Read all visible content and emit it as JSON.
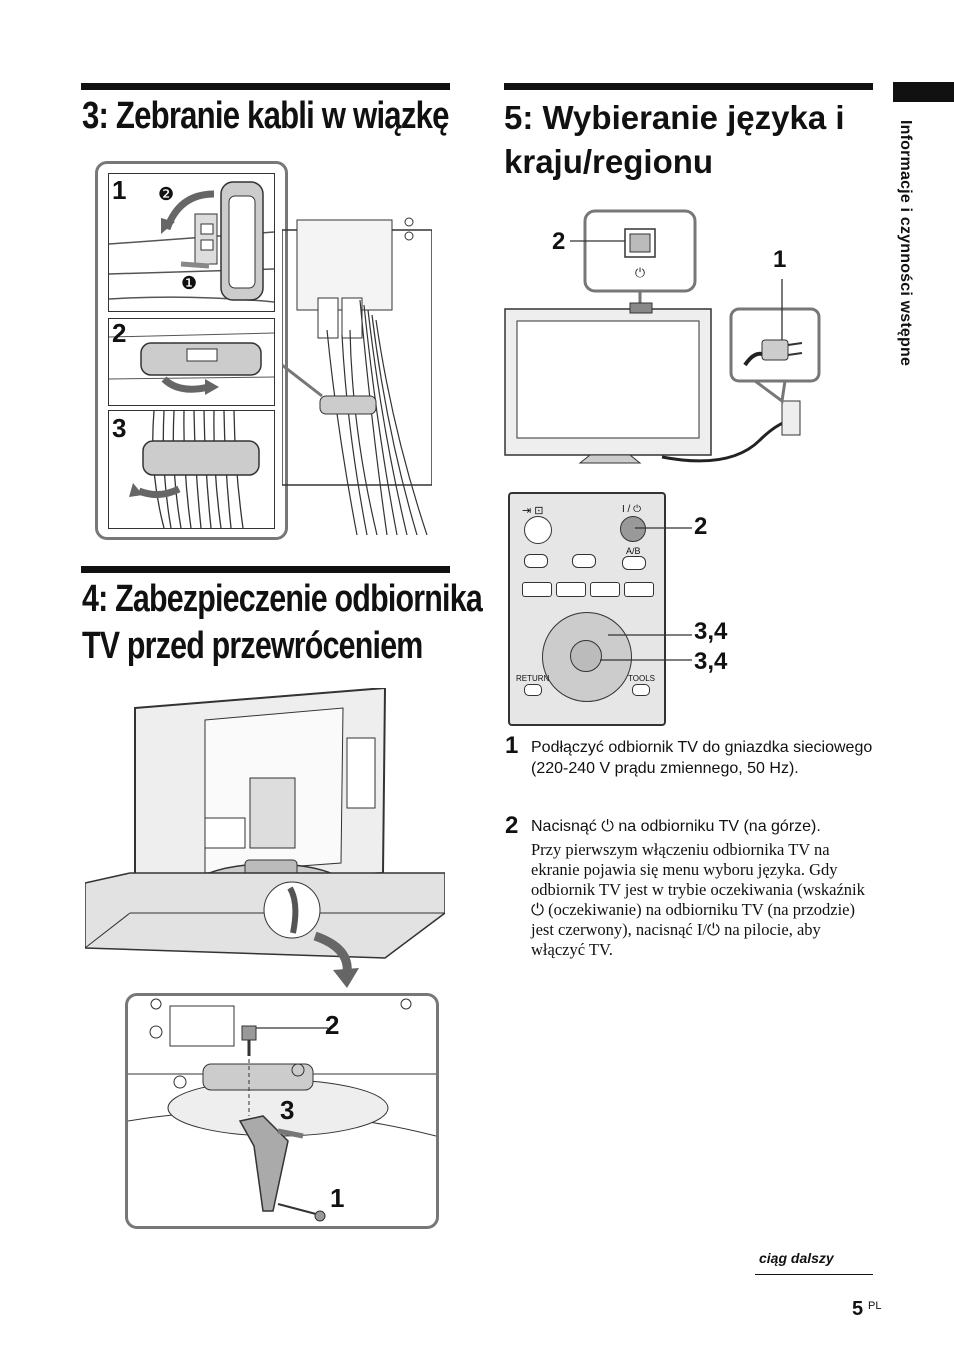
{
  "sidebar": {
    "label": "Informacje i czynności wstępne"
  },
  "section3": {
    "title": "3: Zebranie kabli w wiązkę",
    "steps": [
      "1",
      "2",
      "3"
    ],
    "substeps": [
      "❷",
      "❶"
    ]
  },
  "section4": {
    "title_line1": "4: Zabezpieczenie odbiornika",
    "title_line2": "TV przed przewróceniem",
    "callouts": [
      "2",
      "3",
      "1"
    ]
  },
  "section5": {
    "title_line1": "5: Wybieranie języka i",
    "title_line2": "kraju/regionu",
    "tv_callouts": [
      "2",
      "1"
    ],
    "remote_callouts": [
      "2",
      "3,4",
      "3,4"
    ],
    "remote_labels": {
      "power": "I / ⏻",
      "ab": "A/B",
      "return": "RETURN",
      "tools": "TOOLS"
    },
    "instructions": [
      {
        "num": "1",
        "text": "Podłączyć odbiornik TV do gniazdka sieciowego (220-240 V prądu zmiennego, 50 Hz)."
      },
      {
        "num": "2",
        "text": "Nacisnąć ⏻ na odbiorniku TV (na górze).",
        "detail": "Przy pierwszym włączeniu odbiornika TV na ekranie pojawia się menu wyboru języka. Gdy odbiornik TV jest w trybie oczekiwania (wskaźnik ⏻ (oczekiwanie) na odbiorniku TV (na przodzie) jest czerwony), nacisnąć I/⏻ na pilocie, aby włączyć TV."
      }
    ]
  },
  "footer": {
    "continued": "ciąg dalszy",
    "page_number": "5",
    "page_suffix": "PL"
  }
}
